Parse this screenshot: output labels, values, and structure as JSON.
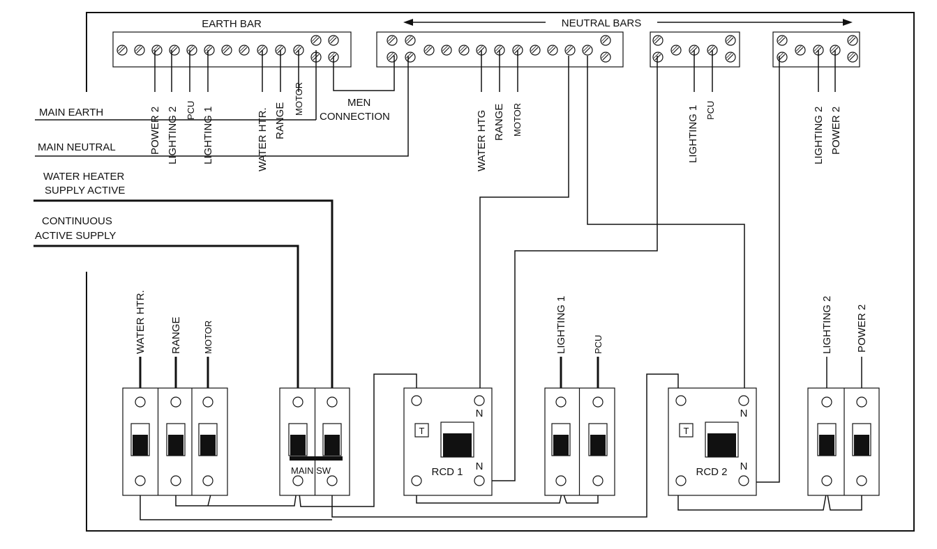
{
  "bars": {
    "earth": "EARTH BAR",
    "neutral": "NEUTRAL BARS"
  },
  "earth_labels": [
    "POWER 2",
    "LIGHTING 2",
    "PCU",
    "LIGHTING 1",
    "WATER HTR.",
    "RANGE",
    "MOTOR"
  ],
  "men_label": [
    "MEN",
    "CONNECTION"
  ],
  "neutral_labels_1": [
    "WATER HTG",
    "RANGE",
    "MOTOR"
  ],
  "neutral_labels_2": [
    "LIGHTING 1",
    "PCU"
  ],
  "neutral_labels_3": [
    "LIGHTING 2",
    "POWER 2"
  ],
  "supply_labels": {
    "main_earth": "MAIN EARTH",
    "main_neutral": "MAIN NEUTRAL",
    "water_heater_1": "WATER HEATER",
    "water_heater_2": "SUPPLY ACTIVE",
    "continuous_1": "CONTINUOUS",
    "continuous_2": "ACTIVE SUPPLY"
  },
  "breaker_labels": {
    "group1": [
      "WATER HTR.",
      "RANGE",
      "MOTOR"
    ],
    "group2": [
      "LIGHTING 1",
      "PCU"
    ],
    "group3": [
      "LIGHTING 2",
      "POWER 2"
    ]
  },
  "devices": {
    "main_switch": "MAIN SW",
    "rcd1": "RCD 1",
    "rcd2": "RCD 2",
    "test": "T",
    "neutral_terminal": "N"
  }
}
